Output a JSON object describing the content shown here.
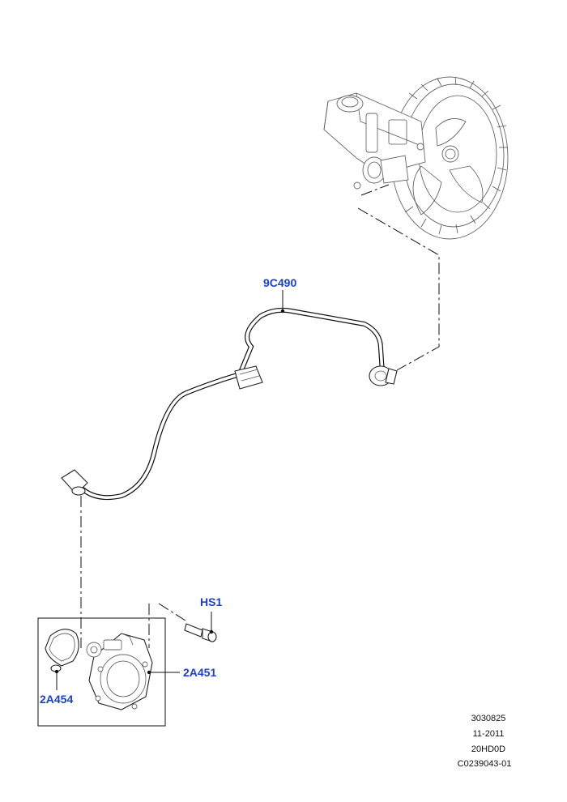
{
  "callouts": {
    "hose": "9C490",
    "bolt": "HS1",
    "pump": "2A451",
    "gasket": "2A454"
  },
  "meta": {
    "line1": "3030825",
    "line2": "11-2011",
    "line3": "20HD0D",
    "line4": "C0239043-01"
  },
  "colors": {
    "callout": "#1a3fd8",
    "line": "#111111"
  }
}
